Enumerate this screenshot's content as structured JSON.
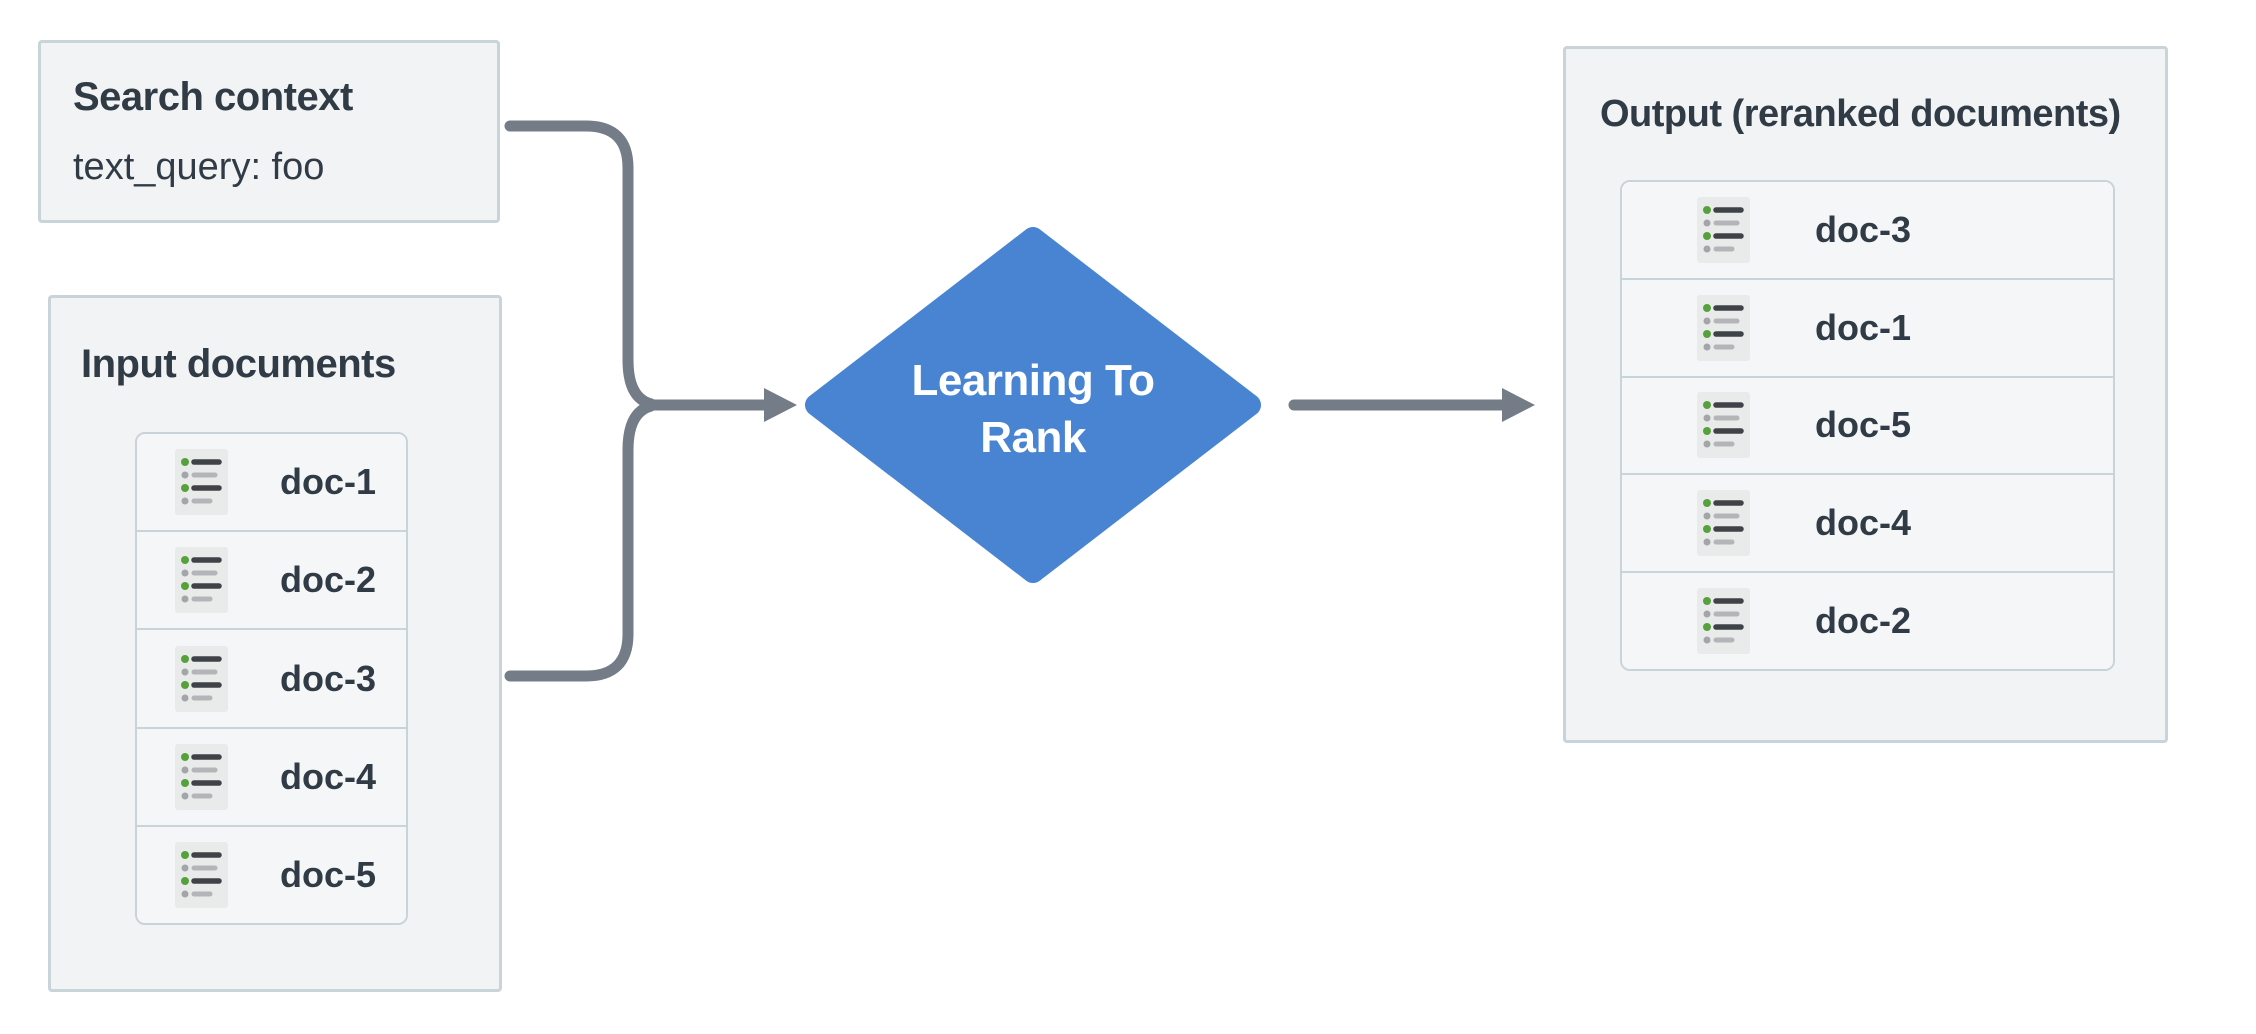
{
  "colors": {
    "background": "#ffffff",
    "box_fill": "#f1f3f4",
    "box_border": "#c9d3da",
    "row_fill": "#f5f6f8",
    "text_dark": "#303b46",
    "diamond_fill": "#4884d1",
    "diamond_text": "#ffffff",
    "arrow": "#747c87",
    "icon_bg": "#e9eaea",
    "icon_line_dark": "#3f4247",
    "icon_line_light": "#b3b5b8",
    "icon_dot_green": "#57a13c",
    "icon_dot_gray": "#a3a5a8"
  },
  "search_box": {
    "title": "Search context",
    "query": "text_query: foo"
  },
  "input_box": {
    "title": "Input documents",
    "items": [
      {
        "label": "doc-1"
      },
      {
        "label": "doc-2"
      },
      {
        "label": "doc-3"
      },
      {
        "label": "doc-4"
      },
      {
        "label": "doc-5"
      }
    ]
  },
  "diamond": {
    "label_line1": "Learning To",
    "label_line2": "Rank"
  },
  "output_box": {
    "title": "Output (reranked documents)",
    "items": [
      {
        "label": "doc-3"
      },
      {
        "label": "doc-1"
      },
      {
        "label": "doc-5"
      },
      {
        "label": "doc-4"
      },
      {
        "label": "doc-2"
      }
    ]
  }
}
